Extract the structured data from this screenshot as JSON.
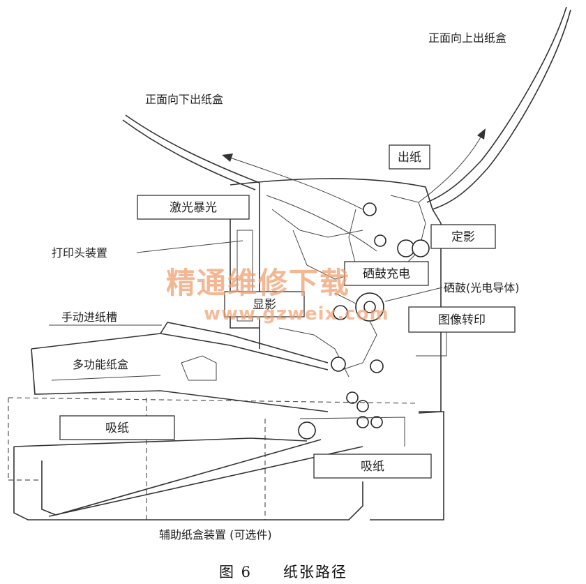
{
  "labels": {
    "face_up_tray": "正面向上出纸盒",
    "face_down_tray": "正面向下出纸盒",
    "paper_exit": "出纸",
    "laser_exposure": "激光暴光",
    "fuser": "定影",
    "printhead_unit": "打印头装置",
    "drum_charge": "硒鼓充电",
    "drum": "硒鼓(光电导体)",
    "develop": "显影",
    "image_transfer": "图像转印",
    "manual_feed_slot": "手动进纸槽",
    "multi_purpose_tray": "多功能纸盒",
    "pickup_left": "吸纸",
    "pickup_right": "吸纸",
    "aux_tray_unit": "辅助纸盒装置 (可选件)"
  },
  "caption": {
    "figure_number": "图 6",
    "title": "纸张路径"
  },
  "watermark": {
    "main": "精通维修下载",
    "url": "www.gzweix.com"
  }
}
